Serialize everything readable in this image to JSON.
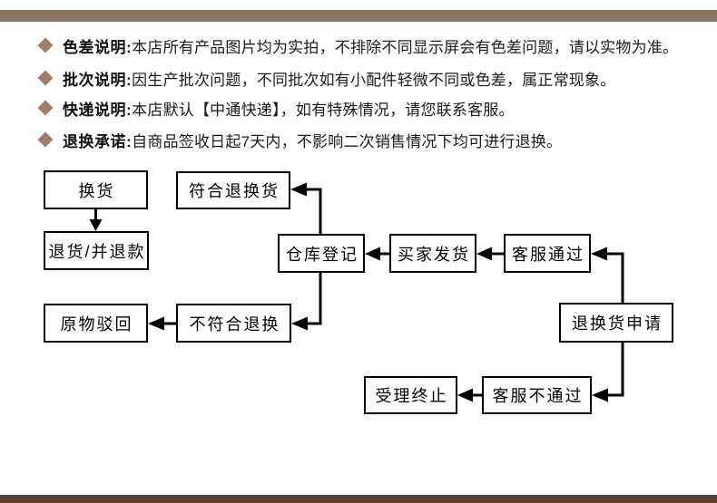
{
  "colors": {
    "top_bar": "#8b7366",
    "bottom_bar": "#5a4136",
    "bullet": "#9e7d6b",
    "text": "#1c1c1c",
    "box_border": "#000000",
    "arrow": "#000000"
  },
  "notices": [
    {
      "label": "色差说明:",
      "text": " 本店所有产品图片均为实拍，不排除不同显示屏会有色差问题，请以实物为准。"
    },
    {
      "label": "批次说明:",
      "text": " 因生产批次问题，不同批次如有小配件轻微不同或色差，属正常现象。"
    },
    {
      "label": "快递说明:",
      "text": " 本店默认【中通快递】，如有特殊情况，请您联系客服。"
    },
    {
      "label": "退换承诺:",
      "text": "自商品签收日起7天内，不影响二次销售情况下均可进行退换。"
    }
  ],
  "flowchart": {
    "boxes": [
      {
        "label": "换货"
      },
      {
        "label": "退货/并退款"
      },
      {
        "label": "符合退换货"
      },
      {
        "label": "仓库登记"
      },
      {
        "label": "买家发货"
      },
      {
        "label": "客服通过"
      },
      {
        "label": "退换货申请"
      },
      {
        "label": "不符合退换"
      },
      {
        "label": "原物驳回"
      },
      {
        "label": "受理终止"
      },
      {
        "label": "客服不通过"
      }
    ],
    "arrows": [
      {
        "from": "换货",
        "to": "退货/并退款"
      },
      {
        "from": "仓库登记",
        "to": "符合退换货"
      },
      {
        "from": "买家发货",
        "to": "仓库登记"
      },
      {
        "from": "客服通过",
        "to": "买家发货"
      },
      {
        "from": "退换货申请",
        "to": "客服通过"
      },
      {
        "from": "仓库登记",
        "to": "不符合退换"
      },
      {
        "from": "不符合退换",
        "to": "原物驳回"
      },
      {
        "from": "退换货申请",
        "to": "客服不通过"
      },
      {
        "from": "客服不通过",
        "to": "受理终止"
      }
    ]
  }
}
